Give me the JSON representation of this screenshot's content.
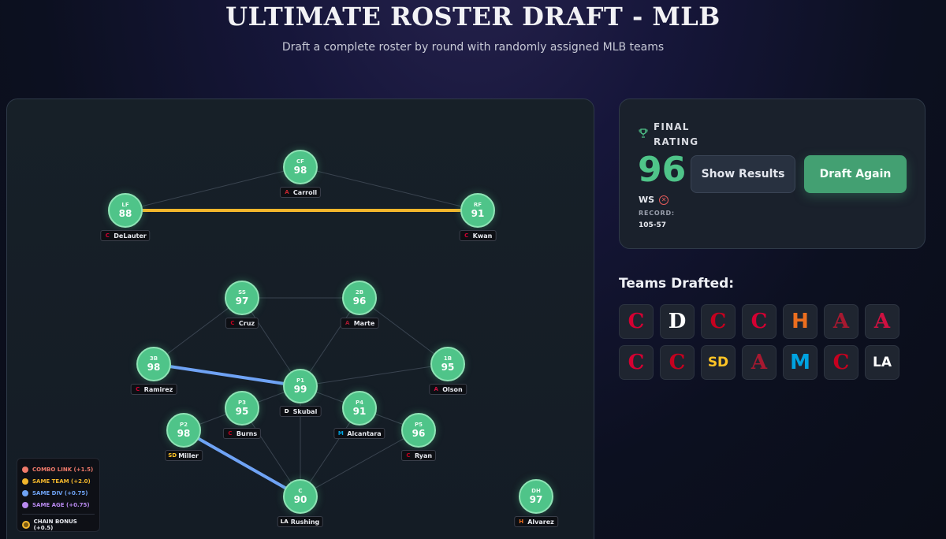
{
  "header": {
    "title": "ULTIMATE ROSTER DRAFT - MLB",
    "subtitle": "Draft a complete roster by round with randomly assigned MLB teams"
  },
  "field": {
    "players": [
      {
        "id": "cf",
        "pos": "CF",
        "rating": "98",
        "name": "Carroll",
        "team_glyph": "A",
        "team_color": "#c4262e"
      },
      {
        "id": "lf",
        "pos": "LF",
        "rating": "88",
        "name": "DeLauter",
        "team_glyph": "C",
        "team_color": "#d50032"
      },
      {
        "id": "rf",
        "pos": "RF",
        "rating": "91",
        "name": "Kwan",
        "team_glyph": "C",
        "team_color": "#d50032"
      },
      {
        "id": "ss",
        "pos": "SS",
        "rating": "97",
        "name": "Cruz",
        "team_glyph": "C",
        "team_color": "#c6011f"
      },
      {
        "id": "2b",
        "pos": "2B",
        "rating": "96",
        "name": "Marte",
        "team_glyph": "A",
        "team_color": "#a71930"
      },
      {
        "id": "3b",
        "pos": "3B",
        "rating": "98",
        "name": "Ramirez",
        "team_glyph": "C",
        "team_color": "#d50032"
      },
      {
        "id": "1b",
        "pos": "1B",
        "rating": "95",
        "name": "Olson",
        "team_glyph": "A",
        "team_color": "#ce1141"
      },
      {
        "id": "p1",
        "pos": "P1",
        "rating": "99",
        "name": "Skubal",
        "team_glyph": "D",
        "team_color": "#ffffff"
      },
      {
        "id": "p3",
        "pos": "P3",
        "rating": "95",
        "name": "Burns",
        "team_glyph": "C",
        "team_color": "#c6011f"
      },
      {
        "id": "p4",
        "pos": "P4",
        "rating": "91",
        "name": "Alcantara",
        "team_glyph": "M",
        "team_color": "#00a3e0"
      },
      {
        "id": "p2",
        "pos": "P2",
        "rating": "98",
        "name": "Miller",
        "team_glyph": "SD",
        "team_color": "#ffc425"
      },
      {
        "id": "p5",
        "pos": "P5",
        "rating": "96",
        "name": "Ryan",
        "team_glyph": "C",
        "team_color": "#c6011f"
      },
      {
        "id": "c",
        "pos": "C",
        "rating": "90",
        "name": "Rushing",
        "team_glyph": "LA",
        "team_color": "#ffffff"
      },
      {
        "id": "dh",
        "pos": "DH",
        "rating": "97",
        "name": "Alvarez",
        "team_glyph": "H",
        "team_color": "#eb6e1f"
      }
    ],
    "links": [
      {
        "from": "lf",
        "to": "rf",
        "type": "same-team"
      },
      {
        "from": "3b",
        "to": "p1",
        "type": "same-div"
      },
      {
        "from": "p2",
        "to": "c",
        "type": "same-div"
      }
    ]
  },
  "legend": {
    "items": [
      {
        "label": "COMBO LINK (+1.5)",
        "color": "#f07a6a"
      },
      {
        "label": "SAME TEAM (+2.0)",
        "color": "#f2b62c"
      },
      {
        "label": "SAME DIV (+0.75)",
        "color": "#6fa3f5"
      },
      {
        "label": "SAME AGE (+0.75)",
        "color": "#b98af0"
      }
    ],
    "chain_label": "CHAIN BONUS (+0.5)"
  },
  "rating": {
    "label": "FINAL RATING",
    "value": "96",
    "ws_label": "WS",
    "record_label": "RECORD:",
    "record_value": "105-57",
    "show_results_label": "Show Results",
    "draft_again_label": "Draft Again"
  },
  "teams": {
    "heading": "Teams Drafted:",
    "logos": [
      {
        "glyph": "C",
        "color": "#d50032",
        "team": "guardians"
      },
      {
        "glyph": "D",
        "color": "#ffffff",
        "team": "tigers"
      },
      {
        "glyph": "C",
        "color": "#c6011f",
        "team": "reds"
      },
      {
        "glyph": "C",
        "color": "#d50032",
        "team": "guardians"
      },
      {
        "glyph": "H",
        "color": "#eb6e1f",
        "team": "astros"
      },
      {
        "glyph": "A",
        "color": "#a71930",
        "team": "diamondbacks"
      },
      {
        "glyph": "A",
        "color": "#ce1141",
        "team": "braves"
      },
      {
        "glyph": "C",
        "color": "#d50032",
        "team": "guardians"
      },
      {
        "glyph": "C",
        "color": "#c6011f",
        "team": "cubs"
      },
      {
        "glyph": "SD",
        "color": "#ffc425",
        "team": "padres"
      },
      {
        "glyph": "A",
        "color": "#a71930",
        "team": "diamondbacks"
      },
      {
        "glyph": "M",
        "color": "#00a3e0",
        "team": "marlins"
      },
      {
        "glyph": "C",
        "color": "#c6011f",
        "team": "reds"
      },
      {
        "glyph": "LA",
        "color": "#ffffff",
        "team": "dodgers"
      }
    ]
  }
}
